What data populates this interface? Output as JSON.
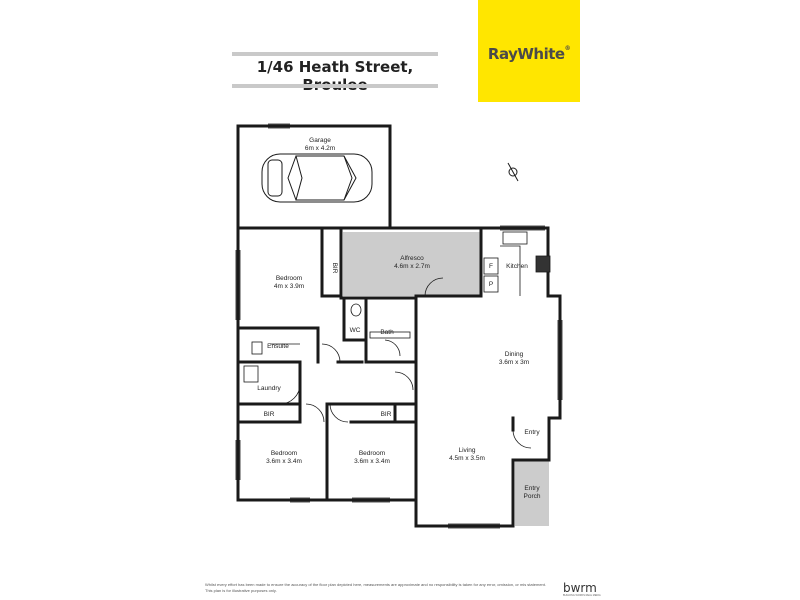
{
  "header": {
    "title": "1/46 Heath Street, Broulee"
  },
  "brand": {
    "name": "RayWhite",
    "mark": "®",
    "color": "#ffe600"
  },
  "rooms": {
    "garage": {
      "name": "Garage",
      "size": "6m x 4.2m"
    },
    "alfresco": {
      "name": "Alfresco",
      "size": "4.6m x 2.7m"
    },
    "kitchen": {
      "name": "Kitchen"
    },
    "fridge": {
      "name": "F"
    },
    "pantry": {
      "name": "P"
    },
    "bedroom_main": {
      "name": "Bedroom",
      "size": "4m x 3.9m"
    },
    "bir_main": {
      "name": "BIR"
    },
    "wc": {
      "name": "WC"
    },
    "bath": {
      "name": "Bath"
    },
    "ensuite": {
      "name": "Ensuite"
    },
    "laundry": {
      "name": "Laundry"
    },
    "dining": {
      "name": "Dining",
      "size": "3.6m x 3m"
    },
    "bir_left": {
      "name": "BIR"
    },
    "bir_mid": {
      "name": "BIR"
    },
    "bedroom_left": {
      "name": "Bedroom",
      "size": "3.6m x 3.4m"
    },
    "bedroom_mid": {
      "name": "Bedroom",
      "size": "3.6m x 3.4m"
    },
    "living": {
      "name": "Living",
      "size": "4.5m x 3.5m"
    },
    "entry": {
      "name": "Entry"
    },
    "entry_porch": {
      "line1": "Entry",
      "line2": "Porch"
    }
  },
  "footer": {
    "disclaimer_line1": "Whilst every effort has been made to ensure the accuracy of the floor plan depicted here, measurements are approximate and no responsibility is taken for any error, omission, or mis statement.",
    "disclaimer_line2": "This plan is for illustrative purposes only.",
    "logo": "bwrm",
    "logo_sub": "BUILDING WORKS REAL MEDIA"
  },
  "colors": {
    "wall": "#1a1a1a",
    "shaded_area": "#cccccc",
    "title_bar": "#c9c9c9"
  }
}
